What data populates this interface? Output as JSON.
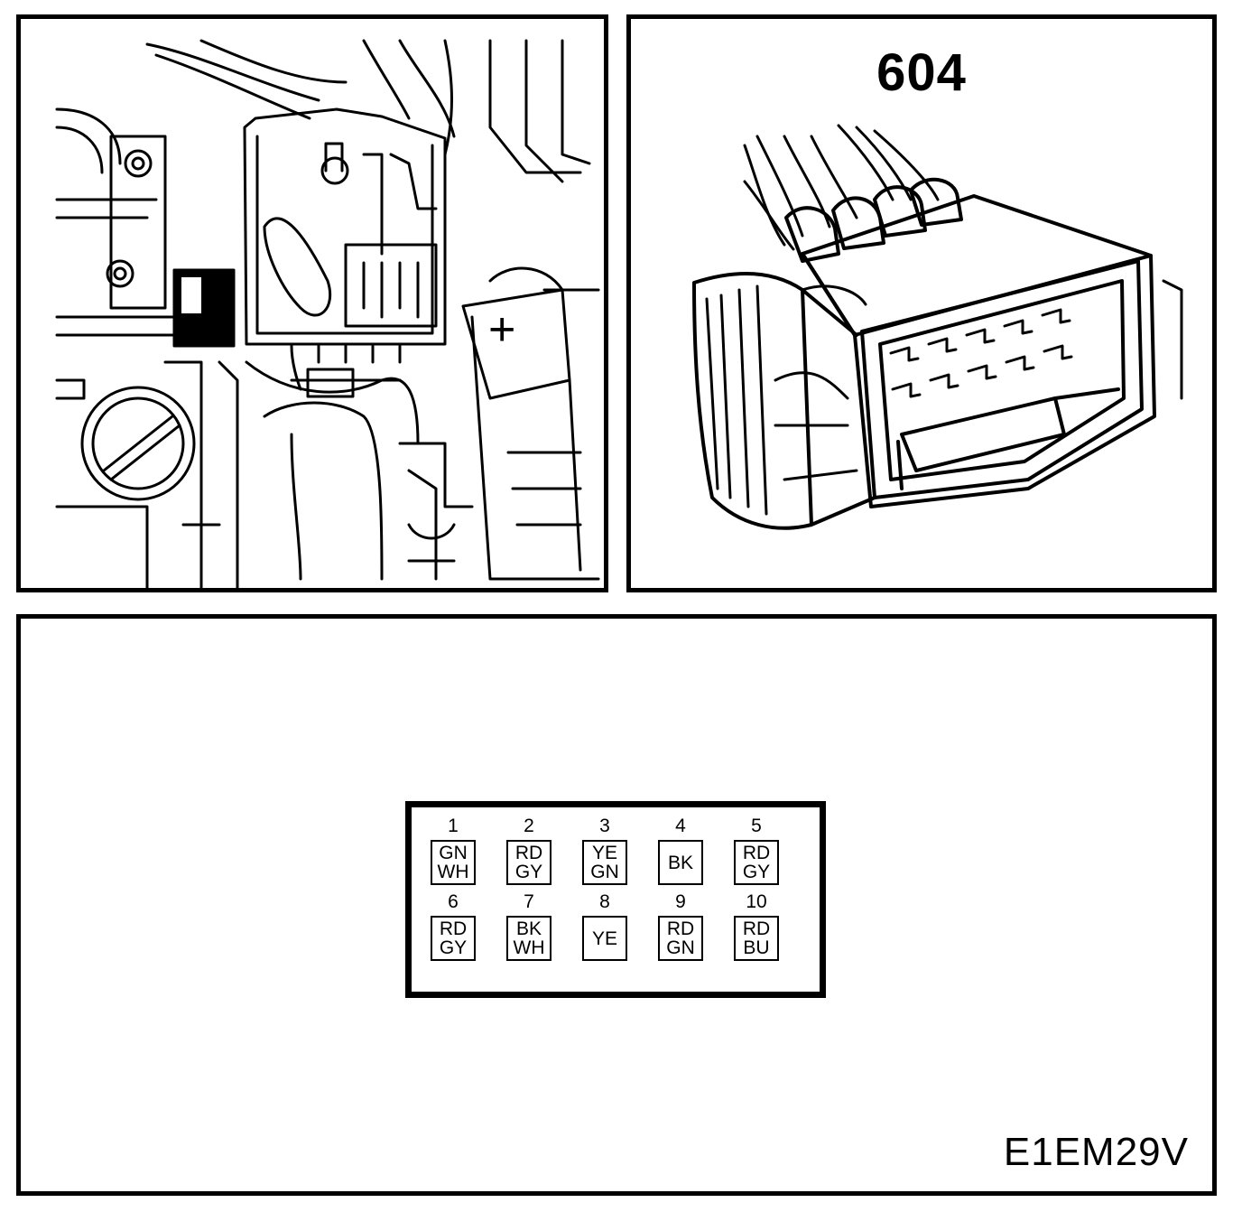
{
  "location_view": {
    "plus_symbol": "+"
  },
  "connector_view": {
    "connector_number": "604"
  },
  "pinout": {
    "pins": [
      {
        "number": "1",
        "lines": [
          "GN",
          "WH"
        ]
      },
      {
        "number": "2",
        "lines": [
          "RD",
          "GY"
        ]
      },
      {
        "number": "3",
        "lines": [
          "YE",
          "GN"
        ]
      },
      {
        "number": "4",
        "lines": [
          "BK"
        ]
      },
      {
        "number": "5",
        "lines": [
          "RD",
          "GY"
        ]
      },
      {
        "number": "6",
        "lines": [
          "RD",
          "GY"
        ]
      },
      {
        "number": "7",
        "lines": [
          "BK",
          "WH"
        ]
      },
      {
        "number": "8",
        "lines": [
          "YE"
        ]
      },
      {
        "number": "9",
        "lines": [
          "RD",
          "GN"
        ]
      },
      {
        "number": "10",
        "lines": [
          "RD",
          "BU"
        ]
      }
    ]
  },
  "figure_code": "E1EM29V"
}
